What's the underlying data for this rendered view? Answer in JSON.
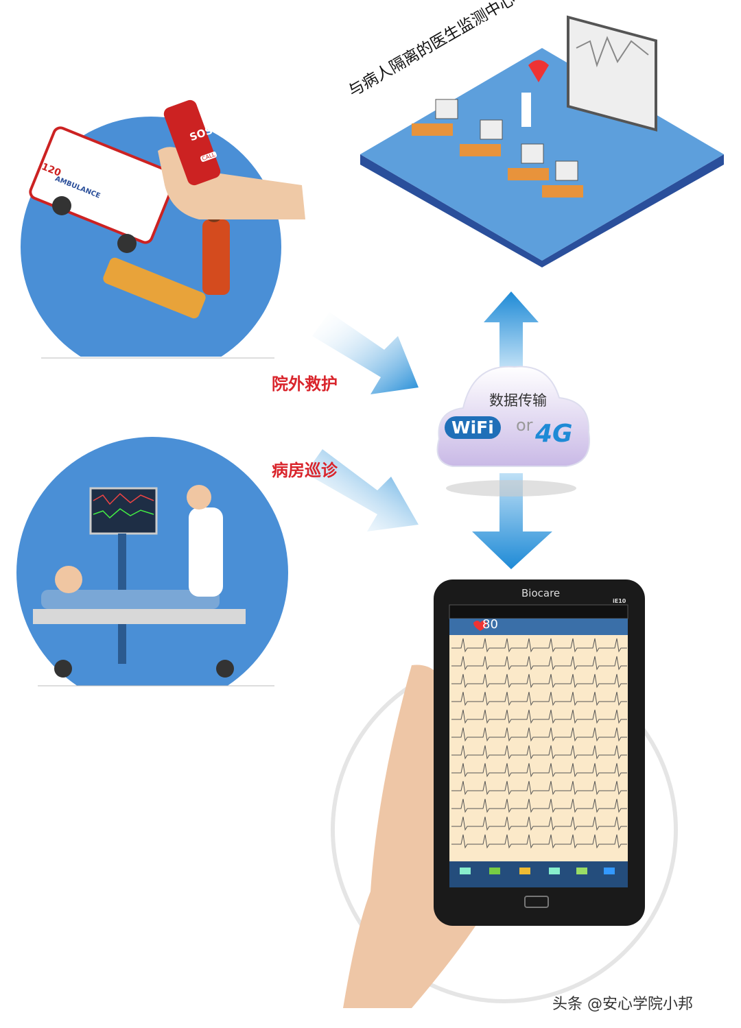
{
  "monitor_center": {
    "title": "与病人隔离的医生监测中心"
  },
  "scenes": [
    {
      "label": "院外救护",
      "icon": "ambulance-scene"
    },
    {
      "label": "病房巡诊",
      "icon": "ward-scene"
    }
  ],
  "phone": {
    "sos": "SOS",
    "call": "CALL"
  },
  "ambulance": {
    "number": "120",
    "text": "AMBULANCE"
  },
  "cloud": {
    "title": "数据传输",
    "wifi": "WiFi",
    "or": "or",
    "cellular": "4G"
  },
  "tablet": {
    "brand": "Biocare",
    "model": "iE10",
    "heart_rate": "80"
  },
  "watermark": "头条 @安心学院小邦",
  "colors": {
    "scene_blue": "#4a8fd6",
    "arrow_blue": "#1e8ad6",
    "label_red": "#d9252c",
    "platform": "#5d9fdc"
  }
}
